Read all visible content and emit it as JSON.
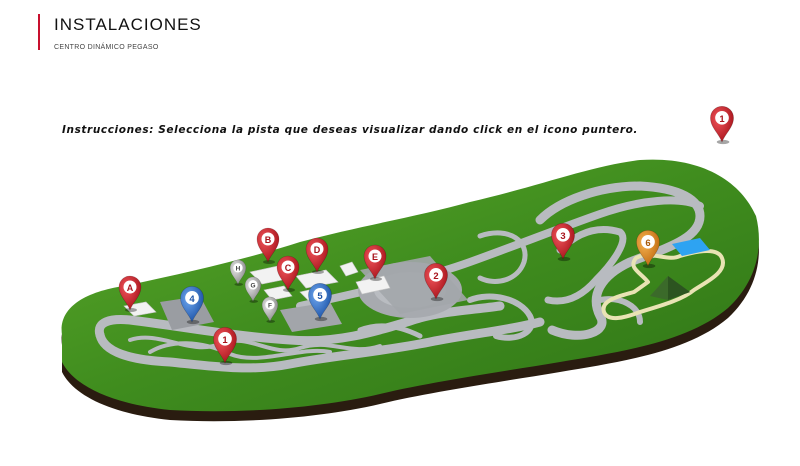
{
  "header": {
    "title": "INSTALACIONES",
    "subtitle": "CENTRO DINÁMICO PEGASO"
  },
  "instructions": {
    "text": "Instrucciones: Selecciona la pista que deseas visualizar dando click en el icono puntero.",
    "sample_marker_label": "1"
  },
  "colors": {
    "accent": "#c8102e",
    "marker_red": "#c41e26",
    "marker_blue": "#2a6fc9",
    "marker_orange": "#e08a1e",
    "marker_gray": "#9a9a9a",
    "grass": "#3c8a1c",
    "track": "#b5b8bd"
  },
  "map": {
    "markers": [
      {
        "name": "marker-a",
        "label": "A",
        "color": "red"
      },
      {
        "name": "marker-b",
        "label": "B",
        "color": "red"
      },
      {
        "name": "marker-c",
        "label": "C",
        "color": "red"
      },
      {
        "name": "marker-d",
        "label": "D",
        "color": "red"
      },
      {
        "name": "marker-e",
        "label": "E",
        "color": "red"
      },
      {
        "name": "marker-f",
        "label": "F",
        "color": "gray"
      },
      {
        "name": "marker-g",
        "label": "G",
        "color": "gray"
      },
      {
        "name": "marker-h",
        "label": "H",
        "color": "gray"
      },
      {
        "name": "marker-1",
        "label": "1",
        "color": "red"
      },
      {
        "name": "marker-2",
        "label": "2",
        "color": "red"
      },
      {
        "name": "marker-3",
        "label": "3",
        "color": "red"
      },
      {
        "name": "marker-4",
        "label": "4",
        "color": "blue"
      },
      {
        "name": "marker-5",
        "label": "5",
        "color": "blue"
      },
      {
        "name": "marker-6",
        "label": "6",
        "color": "orange"
      }
    ]
  }
}
